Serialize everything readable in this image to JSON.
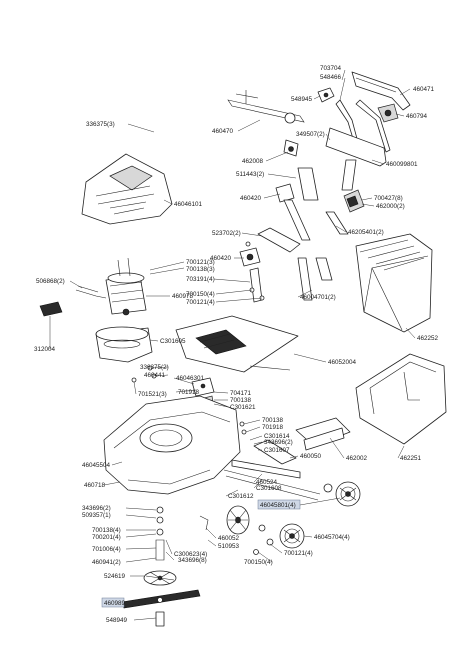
{
  "labels": {
    "l_703704": "703704",
    "l_548466": "548466",
    "l_460471": "460471",
    "l_548945": "548945",
    "l_460794": "460794",
    "l_336375": "336375(3)",
    "l_460470": "460470",
    "l_349507": "349507(2)",
    "l_462008": "462008",
    "l_460099801": "460099801",
    "l_511443": "511443(2)",
    "l_46046101": "46046101",
    "l_460420a": "460420",
    "l_700427": "700427(8)",
    "l_462000": "462000(2)",
    "l_523702": "523702(2)",
    "l_46205401": "46205401(2)",
    "l_460420b": "460420",
    "l_700121a": "700121(3)",
    "l_700138a": "700138(3)",
    "l_703191": "703191(4)",
    "l_506868": "506868(2)",
    "l_460978": "460978",
    "l_700150a": "700150(4)",
    "l_700121b": "700121(4)",
    "l_46004701": "46004701(2)",
    "l_462252": "462252",
    "l_312004": "312004",
    "l_c301605": "C301605",
    "l_46052004": "46052004",
    "l_336375_2": "336375(2)",
    "l_460441": "460441",
    "l_46046301": "46046301",
    "l_701918a": "701918",
    "l_704171": "704171",
    "l_700138b": "700138",
    "l_c301621": "C301621",
    "l_701521": "701521(3)",
    "l_700138c": "700138",
    "l_701918b": "701918",
    "l_c301614": "C301614",
    "l_343696_2": "343696(2)",
    "l_c301607": "C301607",
    "l_460050": "460050",
    "l_462002": "462002",
    "l_462251": "462251",
    "l_46045504": "46045504",
    "l_460524": "460524",
    "l_c301608": "C301608",
    "l_460718": "460718",
    "l_c301612": "C301612",
    "l_46045801": "46045801(4)",
    "l_343696_2b": "343696(2)",
    "l_509357": "509357(1)",
    "l_700138_4": "700138(4)",
    "l_700201": "700201(4)",
    "l_701006": "701006(4)",
    "l_460052": "460052",
    "l_510953": "510953",
    "l_46045704": "46045704(4)",
    "l_700121c": "700121(4)",
    "l_c300623": "C300623(4)",
    "l_460941": "460941(2)",
    "l_343696_8": "343696(8)",
    "l_700150b": "700150(4)",
    "l_524619": "524619",
    "l_460989": "460989",
    "l_548949": "548949"
  }
}
